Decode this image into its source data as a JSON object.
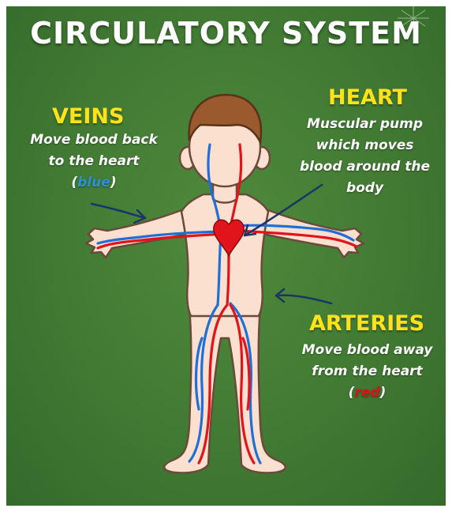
{
  "title": "CIRCULATORY SYSTEM",
  "veins": {
    "heading": "VEINS",
    "line1": "Move blood back",
    "line2": "to the heart",
    "open": "(",
    "color_word": "blue",
    "close": ")"
  },
  "heart": {
    "heading": "HEART",
    "line1": "Muscular pump",
    "line2": "which moves",
    "line3": "blood around the",
    "line4": "body"
  },
  "arteries": {
    "heading": "ARTERIES",
    "line1": "Move blood away",
    "line2": "from the heart",
    "open": "(",
    "color_word": "red",
    "close": ")"
  },
  "colors": {
    "background": "#417a33",
    "heading": "#ffe21a",
    "vein_blue": "#1f6fd6",
    "artery_red": "#e0141a",
    "skin": "#fbe0d0",
    "hair": "#9a5a2e",
    "arrow": "#1a3566"
  }
}
